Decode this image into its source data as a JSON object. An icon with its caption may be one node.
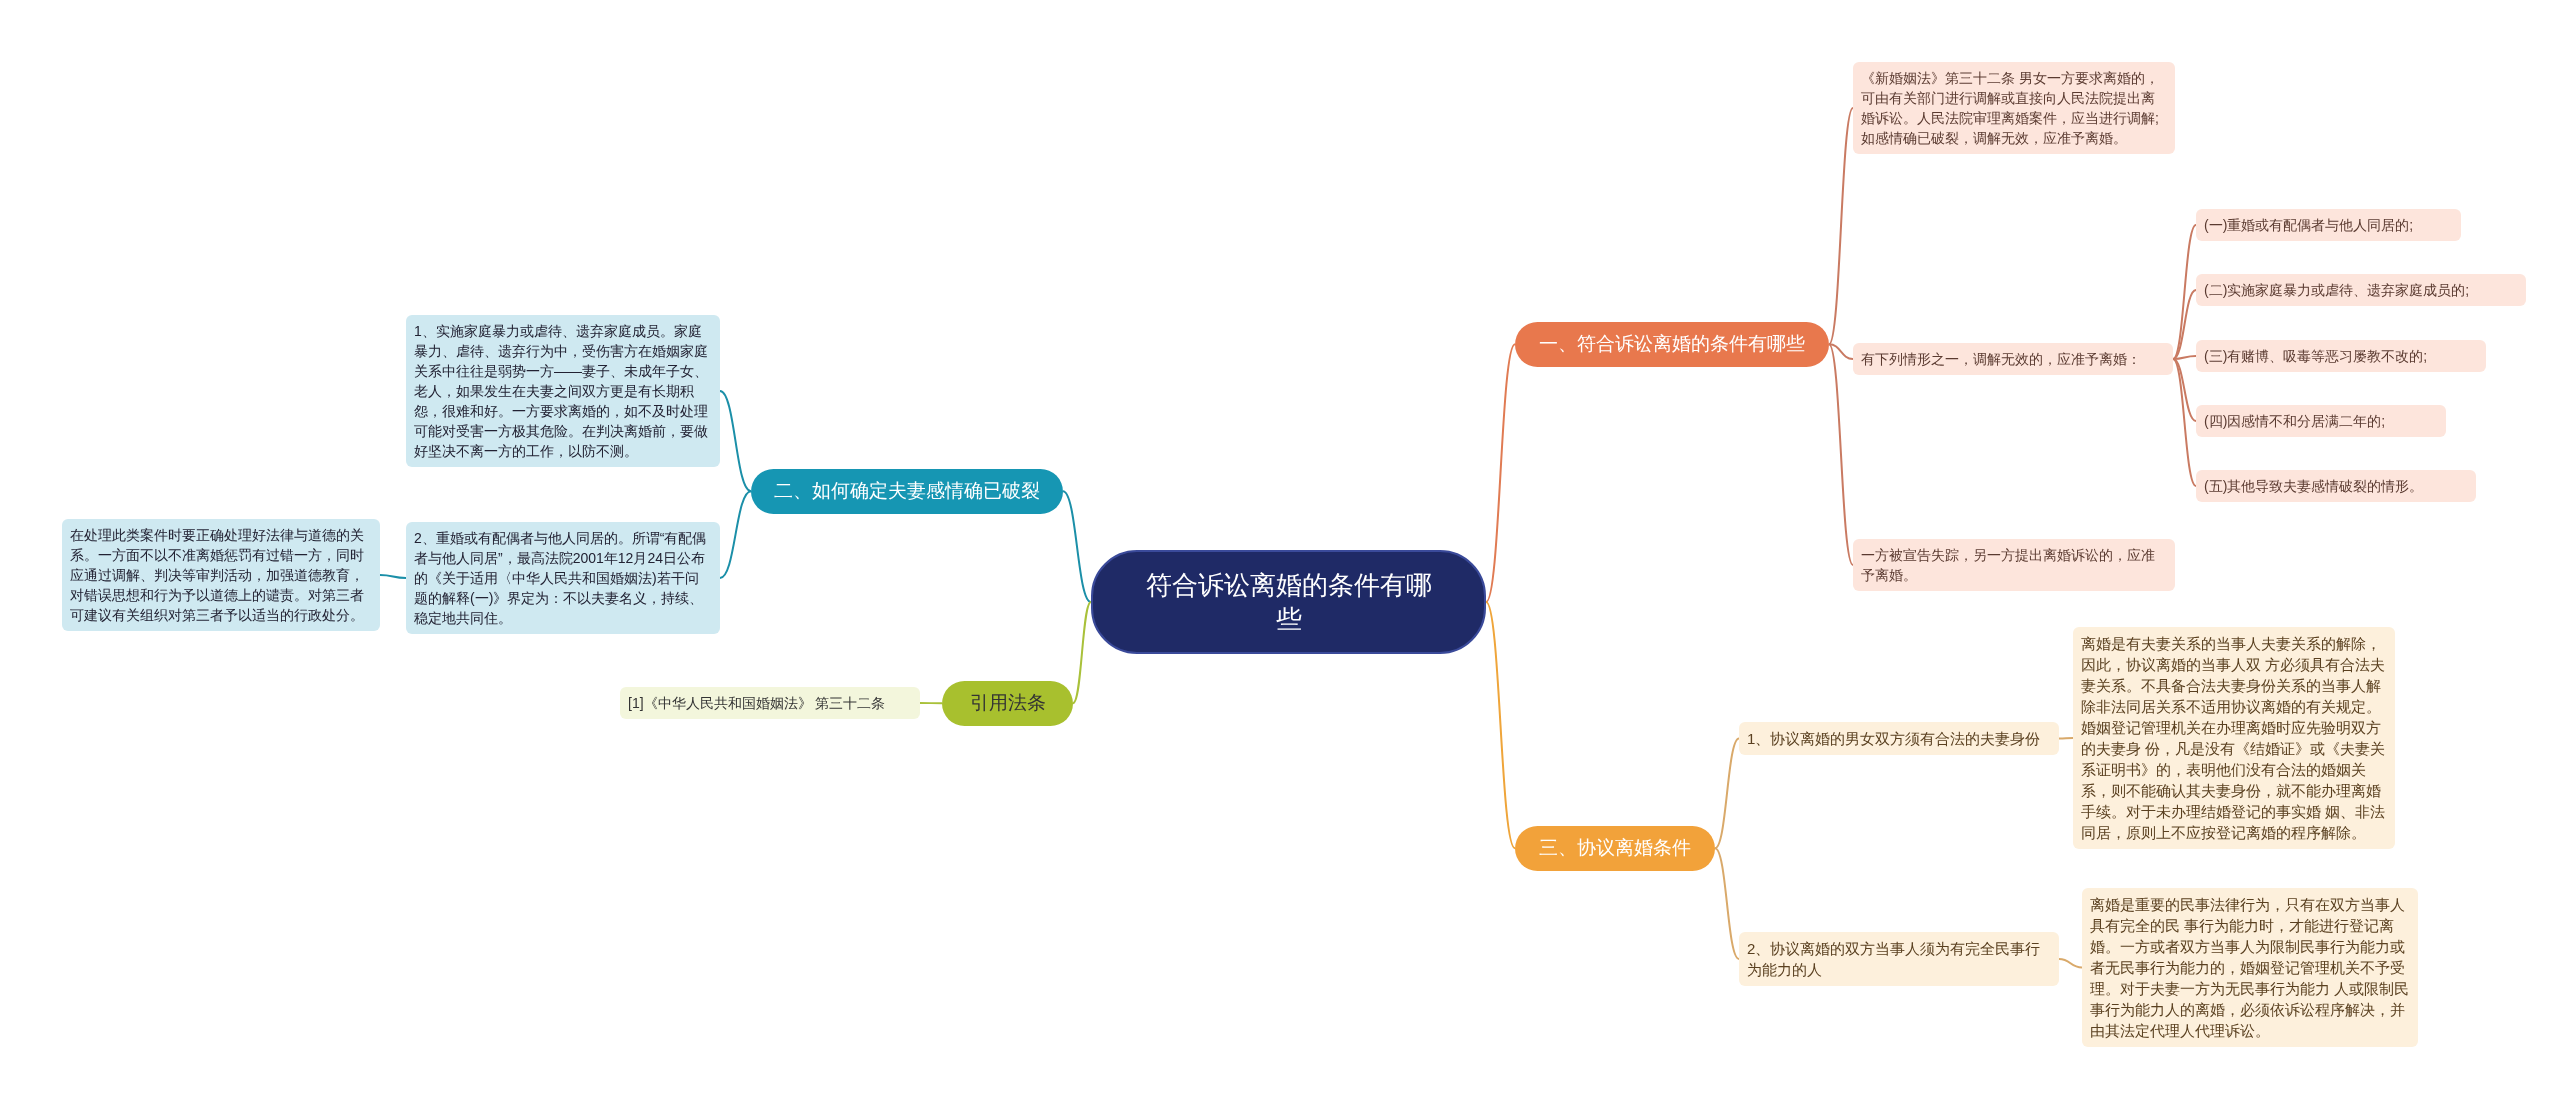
{
  "diagram": {
    "nodes": [
      {
        "text": [
          "符合诉讼离婚的条件有哪些"
        ]
      },
      {
        "text": [
          "一、符合诉讼离婚的条件有哪些"
        ]
      },
      {
        "text": [
          "《新婚姻法》第三十二条 男女一方要求离婚的，可由有关部门进行调解或直接向人民法院提出离婚诉讼。人民法院审理离婚案件，应当进行调解;如感情确已破裂，调解无效，应准予离婚。"
        ]
      },
      {
        "text": [
          "有下列情形之一，调解无效的，应准予离婚："
        ]
      },
      {
        "text": [
          "(一)重婚或有配偶者与他人同居的;"
        ]
      },
      {
        "text": [
          "(二)实施家庭暴力或虐待、遗弃家庭成员的;"
        ]
      },
      {
        "text": [
          "(三)有赌博、吸毒等恶习屡教不改的;"
        ]
      },
      {
        "text": [
          "(四)因感情不和分居满二年的;"
        ]
      },
      {
        "text": [
          "(五)其他导致夫妻感情破裂的情形。"
        ]
      },
      {
        "text": [
          "一方被宣告失踪，另一方提出离婚诉讼的，应准予离婚。"
        ]
      },
      {
        "text": [
          "二、如何确定夫妻感情确已破裂"
        ]
      },
      {
        "text": [
          "1、实施家庭暴力或虐待、遗弃家庭成员。家庭暴力、虐待、遗弃行为中，受伤害方在婚姻家庭关系中往往是弱势一方——妻子、未成年子女、老人，如果发生在夫妻之间双方更是有长期积怨，很难和好。一方要求离婚的，如不及时处理可能对受害一方极其危险。在判决离婚前，要做好坚决不离一方的工作，以防不测。"
        ]
      },
      {
        "text": [
          "2、重婚或有配偶者与他人同居的。所谓“有配偶者与他人同居”，最高法院2001年12月24日公布的《关于适用〈中华人民共和国婚姻法)若干问题的解释(一)》界定为：不以夫妻名义，持续、稳定地共同住。"
        ]
      },
      {
        "text": [
          "在处理此类案件时要正确处理好法律与道德的关系。一方面不以不准离婚惩罚有过错一方，同时应通过调解、判决等审判活动，加强道德教育，对错误思想和行为予以道德上的谴责。对第三者可建议有关组织对第三者予以适当的行政处分。"
        ]
      },
      {
        "text": [
          "引用法条"
        ]
      },
      {
        "text": [
          "[1]《中华人民共和国婚姻法》 第三十二条"
        ]
      },
      {
        "text": [
          "三、协议离婚条件"
        ]
      },
      {
        "text": [
          "1、协议离婚的男女双方须有合法的夫妻身份"
        ]
      },
      {
        "text": [
          "离婚是有夫妻关系的当事人夫妻关系的解除，因此，协议离婚的当事人双 方必须具有合法夫妻关系。不具备合法夫妻身份关系的当事人解除非法同居关系不适用协议离婚的有关规定。婚姻登记管理机关在办理离婚时应先验明双方的夫妻身 份，凡是没有《结婚证》或《夫妻关系证明书》的，表明他们没有合法的婚姻关系，则不能确认其夫妻身份，就不能办理离婚手续。对于未办理结婚登记的事实婚 姻、非法同居，原则上不应按登记离婚的程序解除。"
        ]
      },
      {
        "text": [
          "2、协议离婚的双方当事人须为有完全民事行为能力的人"
        ]
      },
      {
        "text": [
          "离婚是重要的民事法律行为，只有在双方当事人具有完全的民 事行为能力时，才能进行登记离婚。一方或者双方当事人为限制民事行为能力或者无民事行为能力的，婚姻登记管理机关不予受理。对于夫妻一方为无民事行为能力 人或限制民事行为能力人的离婚，必须依诉讼程序解决，并由其法定代理人代理诉讼。"
        ]
      }
    ],
    "edges": [
      {
        "from": 0,
        "to": 1,
        "arrow": "none",
        "color": "#e07b53"
      },
      {
        "from": 1,
        "to": 2,
        "arrow": "none",
        "color": "#c97a62"
      },
      {
        "from": 1,
        "to": 3,
        "arrow": "none",
        "color": "#c97a62"
      },
      {
        "from": 3,
        "to": 4,
        "arrow": "none",
        "color": "#c97a62"
      },
      {
        "from": 3,
        "to": 5,
        "arrow": "none",
        "color": "#c97a62"
      },
      {
        "from": 3,
        "to": 6,
        "arrow": "none",
        "color": "#c97a62"
      },
      {
        "from": 3,
        "to": 7,
        "arrow": "none",
        "color": "#c97a62"
      },
      {
        "from": 3,
        "to": 8,
        "arrow": "none",
        "color": "#c97a62"
      },
      {
        "from": 1,
        "to": 9,
        "arrow": "none",
        "color": "#c97a62"
      },
      {
        "from": 0,
        "to": 10,
        "arrow": "none",
        "color": "#1b8fa8"
      },
      {
        "from": 10,
        "to": 11,
        "arrow": "none",
        "color": "#1b8fa8"
      },
      {
        "from": 10,
        "to": 12,
        "arrow": "none",
        "color": "#1b8fa8"
      },
      {
        "from": 12,
        "to": 13,
        "arrow": "none",
        "color": "#1b8fa8"
      },
      {
        "from": 0,
        "to": 14,
        "arrow": "none",
        "color": "#a9c13a"
      },
      {
        "from": 14,
        "to": 15,
        "arrow": "none",
        "color": "#a9c13a"
      },
      {
        "from": 0,
        "to": 16,
        "arrow": "none",
        "color": "#efa53a"
      },
      {
        "from": 16,
        "to": 17,
        "arrow": "none",
        "color": "#d9a96a"
      },
      {
        "from": 17,
        "to": 18,
        "arrow": "none",
        "color": "#d9a96a"
      },
      {
        "from": 16,
        "to": 19,
        "arrow": "none",
        "color": "#d9a96a"
      },
      {
        "from": 19,
        "to": 20,
        "arrow": "none",
        "color": "#d9a96a"
      }
    ]
  }
}
